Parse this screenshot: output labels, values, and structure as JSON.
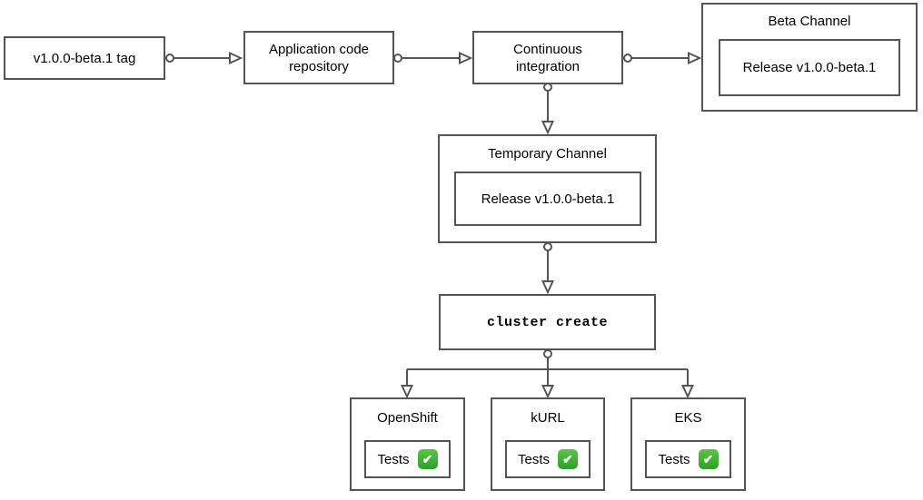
{
  "diagram": {
    "background": "#ffffff",
    "stroke_color": "#545454",
    "text_color": "#000000",
    "nodes": {
      "tag": {
        "label": "v1.0.0-beta.1 tag"
      },
      "repository": {
        "label": "Application code repository"
      },
      "ci": {
        "label": "Continuous integration"
      },
      "beta_channel": {
        "title": "Beta Channel",
        "release_label": "Release v1.0.0-beta.1"
      },
      "temporary_channel": {
        "title": "Temporary Channel",
        "release_label": "Release v1.0.0-beta.1"
      },
      "cluster_create": {
        "label": "cluster create"
      },
      "clusters": [
        {
          "title": "OpenShift",
          "tests_label": "Tests",
          "status_icon": "check-mark-green",
          "check_glyph": "✔"
        },
        {
          "title": "kURL",
          "tests_label": "Tests",
          "status_icon": "check-mark-green",
          "check_glyph": "✔"
        },
        {
          "title": "EKS",
          "tests_label": "Tests",
          "status_icon": "check-mark-green",
          "check_glyph": "✔"
        }
      ]
    },
    "icon_colors": {
      "check_bg_top": "#5cc544",
      "check_bg_bottom": "#2d9e28",
      "check_mark": "#ffffff"
    },
    "edges": [
      "v1.0.0-beta.1 tag → Application code repository",
      "Application code repository → Continuous integration",
      "Continuous integration → Beta Channel",
      "Continuous integration → Temporary Channel",
      "Temporary Channel → cluster create",
      "cluster create → OpenShift",
      "cluster create → kURL",
      "cluster create → EKS"
    ]
  }
}
